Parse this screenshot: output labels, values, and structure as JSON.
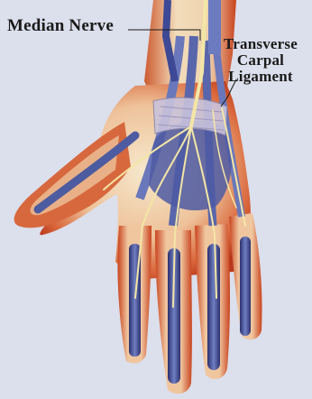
{
  "labels": {
    "median_nerve": "Median Nerve",
    "transverse_carpal_ligament": [
      "Transverse",
      "Carpal",
      "Ligament"
    ]
  },
  "colors": {
    "background": "#dcdfec",
    "skin_light": "#f4e3c6",
    "skin_mid": "#e8a57a",
    "skin_dark": "#c8431e",
    "tendon_blue": "#5b6aa8",
    "tendon_dark": "#2c2f6e",
    "nerve_yellow": "#f3e6a6",
    "ligament": "#c9c3dc",
    "leader_line": "#1a1a1a"
  },
  "icons": [
    "median-nerve-structure",
    "transverse-carpal-ligament-structure",
    "flexor-tendons",
    "palm"
  ]
}
